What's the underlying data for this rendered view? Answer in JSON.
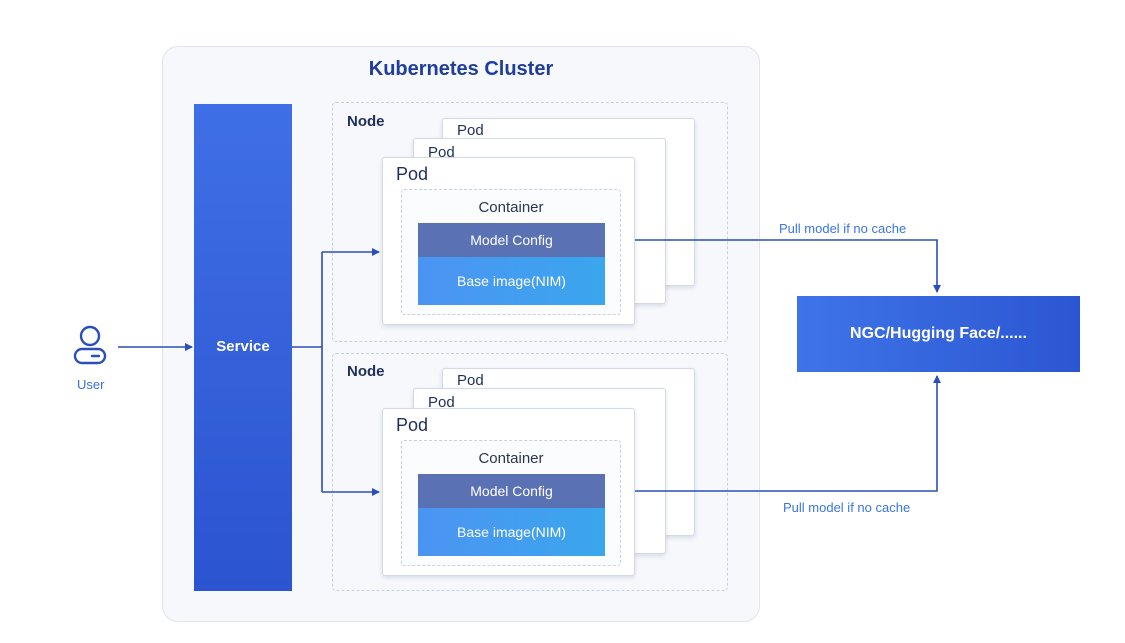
{
  "cluster": {
    "title": "Kubernetes Cluster"
  },
  "user": {
    "label": "User",
    "icon": "user-icon"
  },
  "service": {
    "label": "Service"
  },
  "nodes": [
    {
      "label": "Node",
      "back_pods": [
        "Pod",
        "Pod"
      ],
      "pod": {
        "label": "Pod",
        "container": {
          "label": "Container",
          "model_config": "Model Config",
          "base_image": "Base image(NIM)"
        }
      }
    },
    {
      "label": "Node",
      "back_pods": [
        "Pod",
        "Pod"
      ],
      "pod": {
        "label": "Pod",
        "container": {
          "label": "Container",
          "model_config": "Model Config",
          "base_image": "Base image(NIM)"
        }
      }
    }
  ],
  "external": {
    "label": "NGC/Hugging Face/......"
  },
  "pull_labels": [
    "Pull model if no cache",
    "Pull model if no cache"
  ],
  "colors": {
    "service": "#2f5bd8",
    "model_config": "#5a72b4",
    "base_image": "#3aa6ee",
    "external": "#2f5fd8",
    "connector": "#2b4fb8",
    "title": "#1f3d9c"
  }
}
